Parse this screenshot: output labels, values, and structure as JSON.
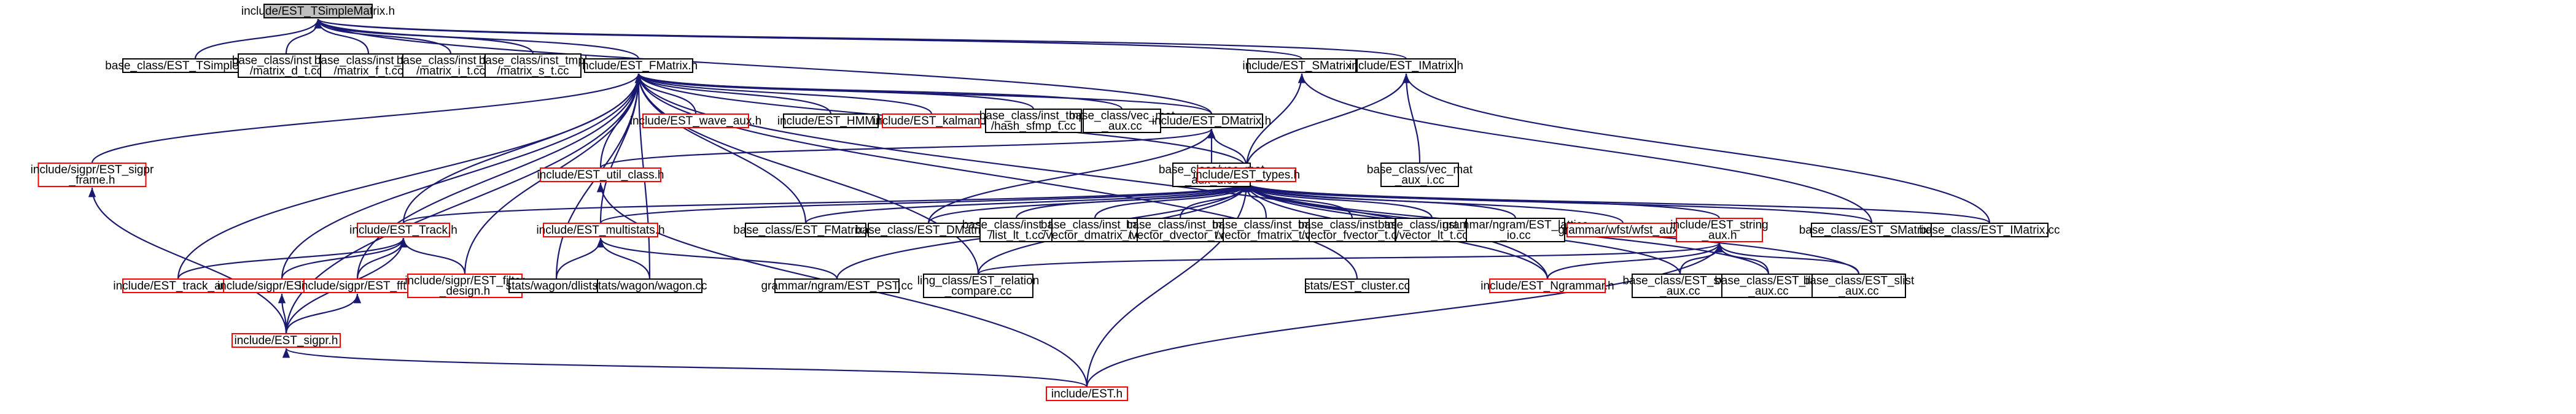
{
  "colors": {
    "edge": "#191970",
    "box_border_documented": "#000000",
    "box_border_undocumented": "#ff0000",
    "box_fill": "#ffffff",
    "root_fill": "#bfbfbf"
  },
  "nodes": [
    {
      "id": "root",
      "lines": [
        "include/EST_TSimpleMatrix.h"
      ],
      "style": "root"
    },
    {
      "id": "bc_tsimple",
      "lines": [
        "base_class/EST_TSimpleMatrix.cc"
      ],
      "style": "black"
    },
    {
      "id": "matrix_d",
      "lines": [
        "base_class/inst_tmpl",
        "/matrix_d_t.cc"
      ],
      "style": "black"
    },
    {
      "id": "matrix_f",
      "lines": [
        "base_class/inst_tmpl",
        "/matrix_f_t.cc"
      ],
      "style": "black"
    },
    {
      "id": "matrix_i",
      "lines": [
        "base_class/inst_tmpl",
        "/matrix_i_t.cc"
      ],
      "style": "black"
    },
    {
      "id": "matrix_s",
      "lines": [
        "base_class/inst_tmpl",
        "/matrix_s_t.cc"
      ],
      "style": "black"
    },
    {
      "id": "fmatrix_h",
      "lines": [
        "include/EST_FMatrix.h"
      ],
      "style": "black"
    },
    {
      "id": "smatrix_h",
      "lines": [
        "include/EST_SMatrix.h"
      ],
      "style": "black"
    },
    {
      "id": "imatrix_h",
      "lines": [
        "include/EST_IMatrix.h"
      ],
      "style": "black"
    },
    {
      "id": "sigpr_frame",
      "lines": [
        "include/sigpr/EST_sigpr",
        "_frame.h"
      ],
      "style": "red"
    },
    {
      "id": "wave_aux",
      "lines": [
        "include/EST_wave_aux.h"
      ],
      "style": "red"
    },
    {
      "id": "hmm",
      "lines": [
        "include/EST_HMM.h"
      ],
      "style": "black"
    },
    {
      "id": "kalman",
      "lines": [
        "include/EST_kalman.h"
      ],
      "style": "red"
    },
    {
      "id": "hash_sfmp",
      "lines": [
        "base_class/inst_tmpl",
        "/hash_sfmp_t.cc"
      ],
      "style": "black"
    },
    {
      "id": "vec_mat_aux",
      "lines": [
        "base_class/vec_mat",
        "_aux.cc"
      ],
      "style": "black"
    },
    {
      "id": "dmatrix_h",
      "lines": [
        "include/EST_DMatrix.h"
      ],
      "style": "black"
    },
    {
      "id": "util_class",
      "lines": [
        "include/EST_util_class.h"
      ],
      "style": "red"
    },
    {
      "id": "vec_mat_aux_d",
      "lines": [
        "base_class/vec_mat",
        "_aux_d.cc"
      ],
      "style": "black"
    },
    {
      "id": "types_h",
      "lines": [
        "include/EST_types.h"
      ],
      "style": "red"
    },
    {
      "id": "vec_mat_aux_i",
      "lines": [
        "base_class/vec_mat",
        "_aux_i.cc"
      ],
      "style": "black"
    },
    {
      "id": "track_h",
      "lines": [
        "include/EST_Track.h"
      ],
      "style": "red"
    },
    {
      "id": "multistats",
      "lines": [
        "include/EST_multistats.h"
      ],
      "style": "red"
    },
    {
      "id": "bc_fmatrix",
      "lines": [
        "base_class/EST_FMatrix.cc"
      ],
      "style": "black"
    },
    {
      "id": "bc_dmatrix",
      "lines": [
        "base_class/EST_DMatrix.cc"
      ],
      "style": "black"
    },
    {
      "id": "list_lt",
      "lines": [
        "base_class/inst_tmpl",
        "/list_lt_t.cc"
      ],
      "style": "black"
    },
    {
      "id": "vector_dmatrix",
      "lines": [
        "base_class/inst_tmpl",
        "/vector_dmatrix_t.cc"
      ],
      "style": "black"
    },
    {
      "id": "vector_dvector",
      "lines": [
        "base_class/inst_tmpl",
        "/vector_dvector_t.cc"
      ],
      "style": "black"
    },
    {
      "id": "vector_fmatrix",
      "lines": [
        "base_class/inst_tmpl",
        "/vector_fmatrix_t.cc"
      ],
      "style": "black"
    },
    {
      "id": "vector_fvector",
      "lines": [
        "base_class/inst_tmpl",
        "/vector_fvector_t.cc"
      ],
      "style": "black"
    },
    {
      "id": "vector_lt",
      "lines": [
        "base_class/inst_tmpl",
        "/vector_lt_t.cc"
      ],
      "style": "black"
    },
    {
      "id": "lattice",
      "lines": [
        "grammar/ngram/EST_lattice",
        "_io.cc"
      ],
      "style": "black"
    },
    {
      "id": "wfst_aux",
      "lines": [
        "grammar/wfst/wfst_aux.h"
      ],
      "style": "red"
    },
    {
      "id": "string_aux",
      "lines": [
        "include/EST_string",
        "_aux.h"
      ],
      "style": "red"
    },
    {
      "id": "bc_smatrix",
      "lines": [
        "base_class/EST_SMatrix.cc"
      ],
      "style": "black"
    },
    {
      "id": "bc_imatrix",
      "lines": [
        "base_class/EST_IMatrix.cc"
      ],
      "style": "black"
    },
    {
      "id": "track_aux",
      "lines": [
        "include/EST_track_aux.h"
      ],
      "style": "red"
    },
    {
      "id": "sigpr_filter",
      "lines": [
        "include/sigpr/EST_filter.h"
      ],
      "style": "red"
    },
    {
      "id": "sigpr_fft",
      "lines": [
        "include/sigpr/EST_fft.h"
      ],
      "style": "red"
    },
    {
      "id": "sigpr_filter_design",
      "lines": [
        "include/sigpr/EST_filter",
        "_design.h"
      ],
      "style": "red"
    },
    {
      "id": "wagon_dist",
      "lines": [
        "stats/wagon/dlist.cc"
      ],
      "style": "black"
    },
    {
      "id": "wagon_wagon",
      "lines": [
        "stats/wagon/wagon.cc"
      ],
      "style": "black"
    },
    {
      "id": "ngram_pst",
      "lines": [
        "grammar/ngram/EST_PST.cc"
      ],
      "style": "black"
    },
    {
      "id": "ling_relation",
      "lines": [
        "ling_class/EST_relation",
        "_compare.cc"
      ],
      "style": "black"
    },
    {
      "id": "stats_cluster",
      "lines": [
        "stats/EST_cluster.cc"
      ],
      "style": "black"
    },
    {
      "id": "ngrammar",
      "lines": [
        "include/EST_Ngrammar.h"
      ],
      "style": "red"
    },
    {
      "id": "bc_svec",
      "lines": [
        "base_class/EST_svec",
        "_aux.cc"
      ],
      "style": "black"
    },
    {
      "id": "bc_ilist",
      "lines": [
        "base_class/EST_ilist",
        "_aux.cc"
      ],
      "style": "black"
    },
    {
      "id": "bc_slist",
      "lines": [
        "base_class/EST_slist",
        "_aux.cc"
      ],
      "style": "black"
    },
    {
      "id": "sigpr_h",
      "lines": [
        "include/EST_sigpr.h"
      ],
      "style": "red"
    },
    {
      "id": "est_h",
      "lines": [
        "include/EST.h"
      ],
      "style": "red"
    }
  ],
  "edges": [
    [
      "bc_tsimple",
      "root"
    ],
    [
      "matrix_d",
      "root"
    ],
    [
      "matrix_f",
      "root"
    ],
    [
      "matrix_i",
      "root"
    ],
    [
      "matrix_s",
      "root"
    ],
    [
      "fmatrix_h",
      "root"
    ],
    [
      "smatrix_h",
      "root"
    ],
    [
      "imatrix_h",
      "root"
    ],
    [
      "dmatrix_h",
      "root"
    ],
    [
      "sigpr_frame",
      "fmatrix_h"
    ],
    [
      "wave_aux",
      "fmatrix_h"
    ],
    [
      "hmm",
      "fmatrix_h"
    ],
    [
      "kalman",
      "fmatrix_h"
    ],
    [
      "hash_sfmp",
      "fmatrix_h"
    ],
    [
      "vec_mat_aux",
      "fmatrix_h"
    ],
    [
      "dmatrix_h",
      "fmatrix_h"
    ],
    [
      "util_class",
      "fmatrix_h"
    ],
    [
      "types_h",
      "fmatrix_h"
    ],
    [
      "track_h",
      "fmatrix_h"
    ],
    [
      "multistats",
      "fmatrix_h"
    ],
    [
      "bc_fmatrix",
      "fmatrix_h"
    ],
    [
      "track_aux",
      "fmatrix_h"
    ],
    [
      "sigpr_filter",
      "fmatrix_h"
    ],
    [
      "sigpr_fft",
      "fmatrix_h"
    ],
    [
      "sigpr_filter_design",
      "fmatrix_h"
    ],
    [
      "wagon_dist",
      "fmatrix_h"
    ],
    [
      "wagon_wagon",
      "fmatrix_h"
    ],
    [
      "ling_relation",
      "fmatrix_h"
    ],
    [
      "stats_cluster",
      "fmatrix_h"
    ],
    [
      "ngrammar",
      "fmatrix_h"
    ],
    [
      "sigpr_h",
      "fmatrix_h"
    ],
    [
      "vec_mat_aux_d",
      "dmatrix_h"
    ],
    [
      "types_h",
      "dmatrix_h"
    ],
    [
      "util_class",
      "dmatrix_h"
    ],
    [
      "bc_dmatrix",
      "dmatrix_h"
    ],
    [
      "types_h",
      "smatrix_h"
    ],
    [
      "bc_smatrix",
      "smatrix_h"
    ],
    [
      "types_h",
      "imatrix_h"
    ],
    [
      "vec_mat_aux_i",
      "imatrix_h"
    ],
    [
      "bc_imatrix",
      "imatrix_h"
    ],
    [
      "track_h",
      "types_h"
    ],
    [
      "multistats",
      "types_h"
    ],
    [
      "bc_fmatrix",
      "types_h"
    ],
    [
      "bc_dmatrix",
      "types_h"
    ],
    [
      "list_lt",
      "types_h"
    ],
    [
      "vector_dmatrix",
      "types_h"
    ],
    [
      "vector_dvector",
      "types_h"
    ],
    [
      "vector_fmatrix",
      "types_h"
    ],
    [
      "vector_fvector",
      "types_h"
    ],
    [
      "vector_lt",
      "types_h"
    ],
    [
      "lattice",
      "types_h"
    ],
    [
      "wfst_aux",
      "types_h"
    ],
    [
      "string_aux",
      "types_h"
    ],
    [
      "bc_smatrix",
      "types_h"
    ],
    [
      "bc_imatrix",
      "types_h"
    ],
    [
      "ngram_pst",
      "types_h"
    ],
    [
      "ling_relation",
      "types_h"
    ],
    [
      "ngrammar",
      "types_h"
    ],
    [
      "bc_svec",
      "types_h"
    ],
    [
      "bc_ilist",
      "types_h"
    ],
    [
      "bc_slist",
      "types_h"
    ],
    [
      "est_h",
      "types_h"
    ],
    [
      "est_h",
      "util_class"
    ],
    [
      "track_aux",
      "track_h"
    ],
    [
      "sigpr_filter",
      "track_h"
    ],
    [
      "sigpr_fft",
      "track_h"
    ],
    [
      "sigpr_filter_design",
      "track_h"
    ],
    [
      "sigpr_h",
      "track_h"
    ],
    [
      "wagon_dist",
      "multistats"
    ],
    [
      "wagon_wagon",
      "multistats"
    ],
    [
      "ngram_pst",
      "multistats"
    ],
    [
      "ling_relation",
      "string_aux"
    ],
    [
      "ngrammar",
      "string_aux"
    ],
    [
      "bc_svec",
      "string_aux"
    ],
    [
      "bc_ilist",
      "string_aux"
    ],
    [
      "bc_slist",
      "string_aux"
    ],
    [
      "est_h",
      "string_aux"
    ],
    [
      "sigpr_h",
      "sigpr_frame"
    ],
    [
      "sigpr_h",
      "sigpr_filter"
    ],
    [
      "sigpr_h",
      "sigpr_fft"
    ],
    [
      "est_h",
      "sigpr_h"
    ]
  ]
}
